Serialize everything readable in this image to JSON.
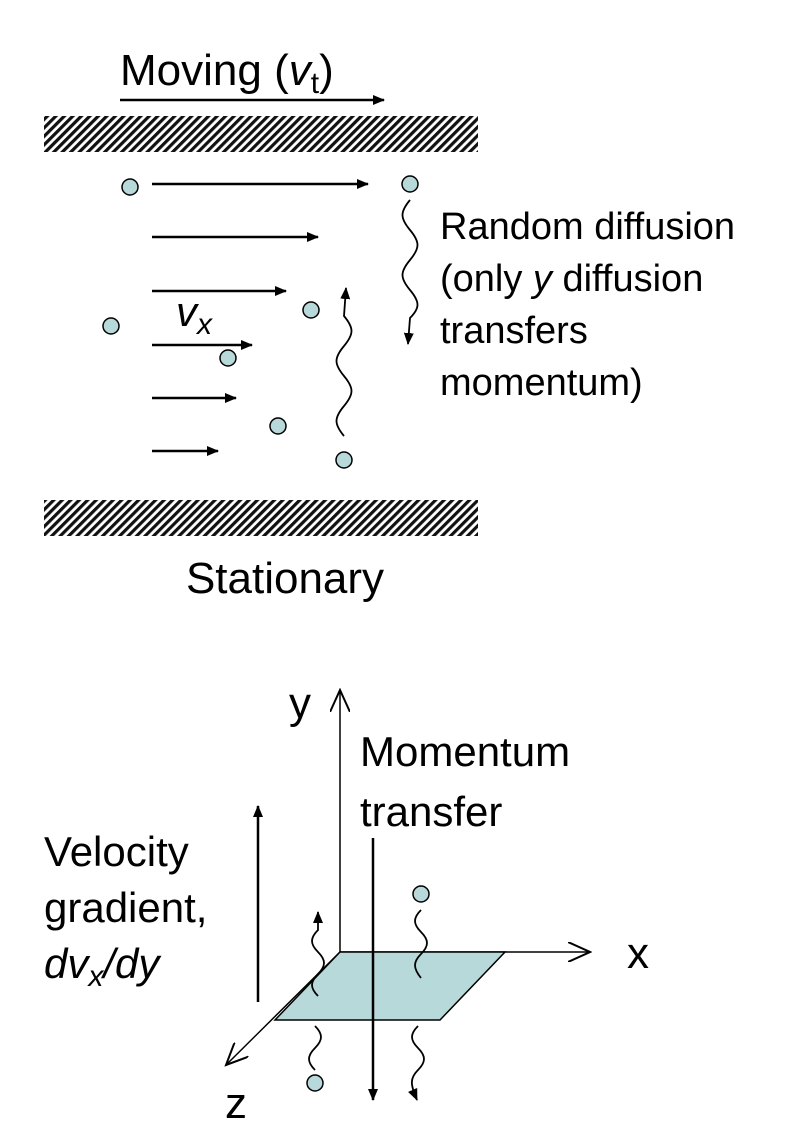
{
  "top": {
    "moving": {
      "prefix": "Moving (",
      "v": "v",
      "sub": "t",
      "suffix": ")"
    },
    "stationary": "Stationary",
    "vx": {
      "v": "v",
      "sub": "x"
    },
    "diffusion": [
      "Random diffusion",
      "(only ",
      "y",
      " diffusion",
      "transfers",
      "momentum)"
    ]
  },
  "bottom": {
    "axes": {
      "y": "y",
      "x": "x",
      "z": "z"
    },
    "momentum": [
      "Momentum",
      "transfer"
    ],
    "gradient": [
      "Velocity",
      "gradient,",
      "dv",
      "x",
      "/dy"
    ]
  },
  "colors": {
    "particle": "#b8d9d9",
    "plane": "#b8d9d9",
    "ink": "#000000"
  }
}
